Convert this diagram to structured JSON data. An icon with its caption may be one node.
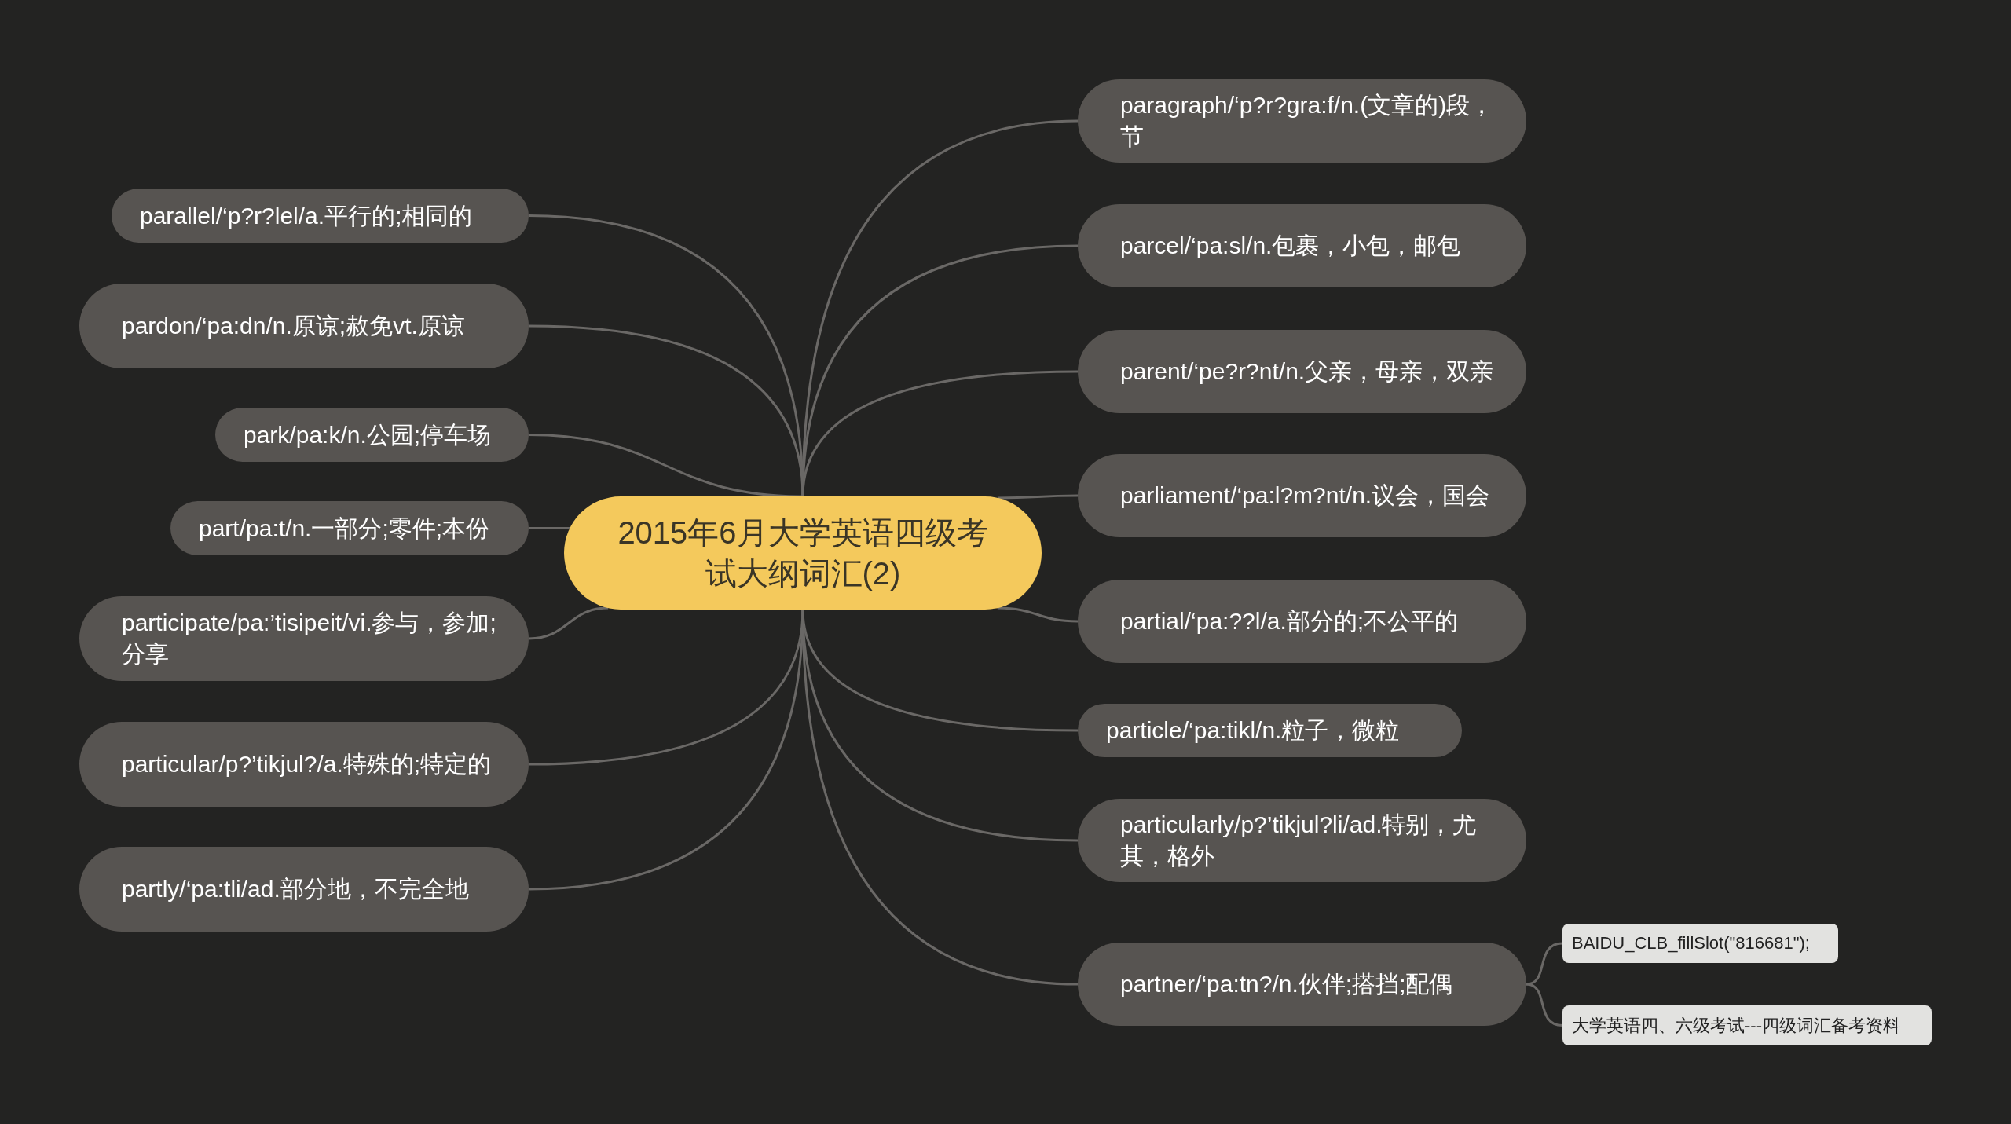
{
  "diagram": {
    "nodes": [
      {
        "text": [
          "2015年6月大学英语四级考试大纲词汇(2)"
        ]
      },
      {
        "text": [
          "paragraph/‘p?r?gra:f/n.(文章的)段，节"
        ]
      },
      {
        "text": [
          "parcel/‘pa:sl/n.包裹，小包，邮包"
        ]
      },
      {
        "text": [
          "parent/‘pe?r?nt/n.父亲，母亲，双亲"
        ]
      },
      {
        "text": [
          "parliament/‘pa:l?m?nt/n.议会，国会"
        ]
      },
      {
        "text": [
          "partial/‘pa:??l/a.部分的;不公平的"
        ]
      },
      {
        "text": [
          "particle/‘pa:tikl/n.粒子，微粒"
        ]
      },
      {
        "text": [
          "particularly/p?’tikjul?li/ad.特别，尤其，格外"
        ]
      },
      {
        "text": [
          "partner/‘pa:tn?/n.伙伴;搭挡;配偶"
        ]
      },
      {
        "text": [
          "parallel/‘p?r?lel/a.平行的;相同的"
        ]
      },
      {
        "text": [
          "pardon/‘pa:dn/n.原谅;赦免vt.原谅"
        ]
      },
      {
        "text": [
          "park/pa:k/n.公园;停车场"
        ]
      },
      {
        "text": [
          "part/pa:t/n.一部分;零件;本份"
        ]
      },
      {
        "text": [
          "participate/pa:’tisipeit/vi.参与，参加;分享"
        ]
      },
      {
        "text": [
          "particular/p?’tikjul?/a.特殊的;特定的"
        ]
      },
      {
        "text": [
          "partly/‘pa:tli/ad.部分地，不完全地"
        ]
      },
      {
        "text": [
          "BAIDU_CLB_fillSlot(\"816681\");"
        ]
      },
      {
        "text": [
          "大学英语四、六级考试---四级词汇备考资料"
        ]
      }
    ],
    "edges": [
      {
        "from": 0,
        "to": 1,
        "arrow": "none"
      },
      {
        "from": 0,
        "to": 2,
        "arrow": "none"
      },
      {
        "from": 0,
        "to": 3,
        "arrow": "none"
      },
      {
        "from": 0,
        "to": 4,
        "arrow": "none"
      },
      {
        "from": 0,
        "to": 5,
        "arrow": "none"
      },
      {
        "from": 0,
        "to": 6,
        "arrow": "none"
      },
      {
        "from": 0,
        "to": 7,
        "arrow": "none"
      },
      {
        "from": 0,
        "to": 8,
        "arrow": "none"
      },
      {
        "from": 0,
        "to": 9,
        "arrow": "none"
      },
      {
        "from": 0,
        "to": 10,
        "arrow": "none"
      },
      {
        "from": 0,
        "to": 11,
        "arrow": "none"
      },
      {
        "from": 0,
        "to": 12,
        "arrow": "none"
      },
      {
        "from": 0,
        "to": 13,
        "arrow": "none"
      },
      {
        "from": 0,
        "to": 14,
        "arrow": "none"
      },
      {
        "from": 0,
        "to": 15,
        "arrow": "none"
      },
      {
        "from": 8,
        "to": 16,
        "arrow": "none"
      },
      {
        "from": 8,
        "to": 17,
        "arrow": "none"
      }
    ]
  }
}
